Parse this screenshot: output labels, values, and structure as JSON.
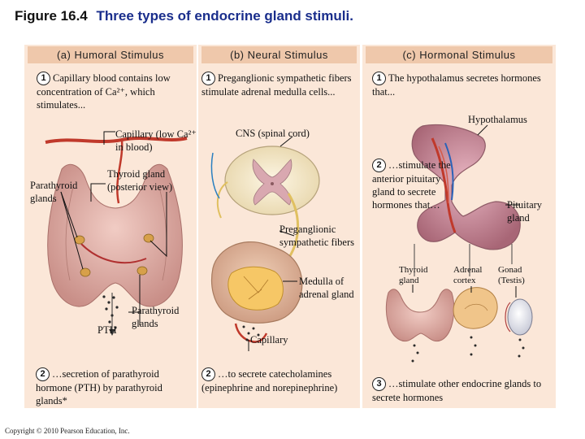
{
  "figure": {
    "number": "Figure 16.4",
    "caption": "Three types of endocrine gland stimuli."
  },
  "panels": [
    {
      "heading": "(a) Humoral Stimulus",
      "step1": {
        "num": "1",
        "text": "Capillary blood contains low concentration of Ca²⁺, which stimulates..."
      },
      "labels": {
        "capillary": "Capillary (low Ca²⁺ in blood)",
        "thyroid": "Thyroid gland (posterior view)",
        "parathyroid_left": "Parathyroid glands",
        "parathyroid_bottom": "Parathyroid glands",
        "pth": "PTH"
      },
      "step2": {
        "num": "2",
        "text": "…secretion of parathyroid hormone (PTH) by parathyroid glands*"
      }
    },
    {
      "heading": "(b) Neural Stimulus",
      "step1": {
        "num": "1",
        "text": "Preganglionic sympathetic fibers stimulate adrenal medulla cells..."
      },
      "labels": {
        "cns": "CNS (spinal cord)",
        "preganglionic": "Preganglionic sympathetic fibers",
        "medulla": "Medulla of adrenal gland",
        "capillary": "Capillary"
      },
      "step2": {
        "num": "2",
        "text": "…to secrete catecholamines (epinephrine and norepinephrine)"
      }
    },
    {
      "heading": "(c) Hormonal Stimulus",
      "step1": {
        "num": "1",
        "text": "The hypothalamus secretes hormones that..."
      },
      "labels": {
        "hypothalamus": "Hypothalamus",
        "pituitary": "Pituitary gland",
        "thyroid": "Thyroid gland",
        "adrenal": "Adrenal cortex",
        "gonad": "Gonad (Testis)"
      },
      "step2": {
        "num": "2",
        "text": "…stimulate the anterior pituitary gland to secrete hormones that…"
      },
      "step3": {
        "num": "3",
        "text": "…stimulate other endocrine glands to secrete hormones"
      }
    }
  ],
  "copyright": "Copyright © 2010 Pearson Education, Inc.",
  "colors": {
    "panel_bg": "#fbe7d8",
    "panel_header": "#efc8ab",
    "caption": "#1a2e8c"
  }
}
